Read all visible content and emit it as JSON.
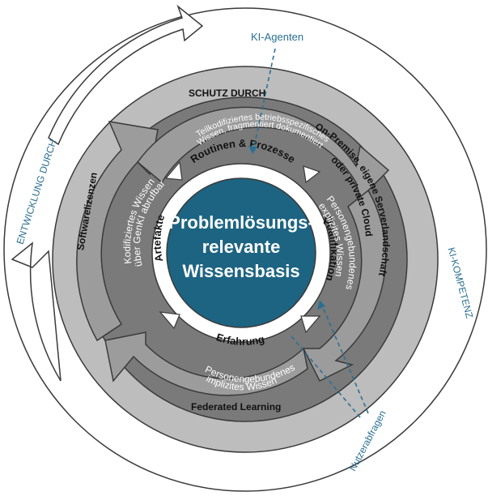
{
  "center": {
    "line1": "Problemlösungs-",
    "line2": "relevante",
    "line3": "Wissensbasis"
  },
  "inner_ring": {
    "routinen": "Routinen & Prozesse",
    "qualifikation": "Qualifikation",
    "erfahrung": "Erfahrung",
    "artefakte": "Artefakte"
  },
  "knowledge_ring": {
    "top_line1": "Teilkodifiziertes betriebsspezifisches",
    "top_line2": "Wissen, fragmentiert dokumentiert",
    "right_line1": "Personengebundenes",
    "right_line2": "explizites Wissen",
    "bottom_line1": "Personengebundenes",
    "bottom_line2": "implizites Wissen",
    "left_line1": "Kodifiziertes Wissen",
    "left_line2": "über GenKI abrufbar"
  },
  "protection_ring": {
    "title": "SCHUTZ DURCH",
    "right_line1": "On-Premise, eigene Serverlandschaft",
    "right_line2": "oder private Cloud",
    "left": "Softwarelizenzen",
    "bottom": "Federated Learning"
  },
  "outer_ring": {
    "left": "ENTWICKLUNG DURCH",
    "right": "KI-KOMPETENZ"
  },
  "annotations": {
    "ki_agenten": "KI-Agenten",
    "nutzerabfragen": "Nutzerabfragen"
  },
  "colors": {
    "center_fill": "#1d6482",
    "annotation": "#2a6f93",
    "ring_light": "#bdbdbd",
    "ring_mid": "#9c9c9c",
    "ring_dark": "#7a7a7a",
    "outline": "#3a3a3a"
  }
}
